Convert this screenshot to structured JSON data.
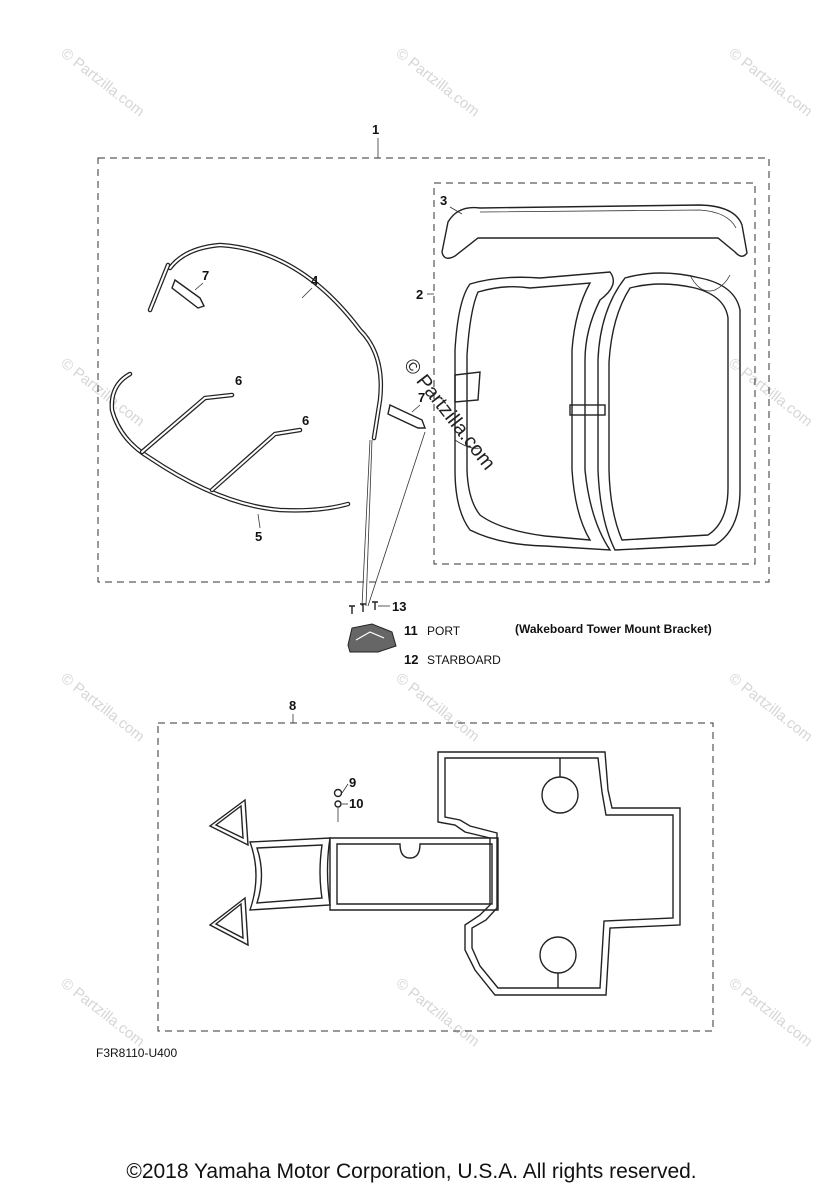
{
  "watermark": {
    "repeat_text": "© Partzilla.com",
    "center_text": "© Partzilla.com"
  },
  "callouts": {
    "c1": "1",
    "c2": "2",
    "c3": "3",
    "c4": "4",
    "c5": "5",
    "c6a": "6",
    "c6b": "6",
    "c7a": "7",
    "c7b": "7",
    "c8": "8",
    "c9": "9",
    "c10": "10",
    "c11": "11",
    "c12": "12",
    "c13": "13"
  },
  "labels": {
    "port": "PORT",
    "starboard": "STARBOARD",
    "bracket_note": "(Wakeboard Tower Mount Bracket)"
  },
  "diagram_code": "F3R8110-U400",
  "copyright": "©2018  Yamaha Motor Corporation, U.S.A. All rights reserved."
}
